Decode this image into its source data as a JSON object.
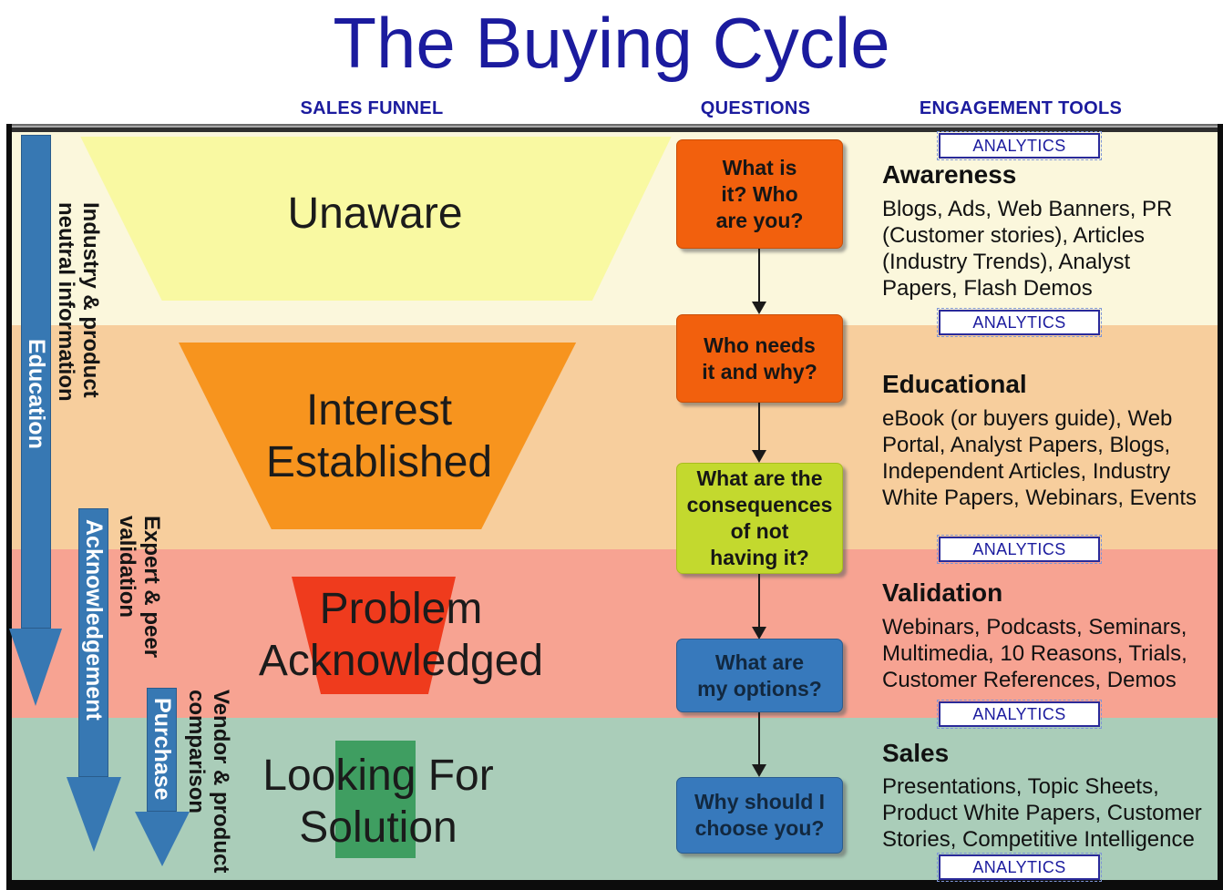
{
  "title": "The Buying Cycle",
  "column_headers": {
    "sales_funnel": "SALES FUNNEL",
    "questions": "QUESTIONS",
    "engagement_tools": "ENGAGEMENT TOOLS"
  },
  "funnel": {
    "stages": [
      {
        "label": "Unaware"
      },
      {
        "label": "Interest\nEstablished"
      },
      {
        "label": "Problem\nAcknowledged"
      },
      {
        "label": "Looking For\nSolution"
      }
    ],
    "side_arrows": [
      {
        "label": "Education"
      },
      {
        "label": "Acknowledgement"
      },
      {
        "label": "Purchase"
      }
    ],
    "side_notes": [
      {
        "text": "Industry & product\nneutral information"
      },
      {
        "text": "Expert & peer\nvalidation"
      },
      {
        "text": "Vendor & product\ncomparison"
      }
    ]
  },
  "questions": [
    {
      "text": "What is\nit? Who\nare you?"
    },
    {
      "text": "Who needs\nit and why?"
    },
    {
      "text": "What are the\nconsequences\nof not\nhaving it?"
    },
    {
      "text": "What are\nmy options?"
    },
    {
      "text": "Why should I\nchoose you?"
    }
  ],
  "engagement": {
    "analytics_label": "ANALYTICS",
    "sections": [
      {
        "heading": "Awareness",
        "tools": "Blogs, Ads, Web Banners, PR\n(Customer stories), Articles\n(Industry Trends), Analyst\nPapers, Flash Demos"
      },
      {
        "heading": "Educational",
        "tools": "eBook (or buyers guide), Web\nPortal, Analyst Papers,  Blogs,\nIndependent Articles, Industry\nWhite Papers, Webinars, Events"
      },
      {
        "heading": "Validation",
        "tools": "Webinars, Podcasts, Seminars,\nMultimedia, 10 Reasons,  Trials,\nCustomer References, Demos"
      },
      {
        "heading": "Sales",
        "tools": "Presentations, Topic Sheets,\nProduct White Papers, Customer\nStories, Competitive Intelligence"
      }
    ]
  },
  "colors": {
    "title_navy": "#1b1b9e",
    "band_unaware": "#fbf7dc",
    "band_interest": "#f7ce9d",
    "band_problem": "#f7a392",
    "band_solution": "#aacdb9",
    "shape_unaware": "#f9f9a2",
    "shape_interest": "#f7941e",
    "shape_problem": "#ef3b1d",
    "shape_solution": "#3f9e61",
    "question_orange": "#f2600d",
    "question_green": "#c3d92e",
    "question_blue": "#3779bc",
    "arrow_blue": "#3778b3",
    "analytics_border": "#2a2a9a"
  }
}
